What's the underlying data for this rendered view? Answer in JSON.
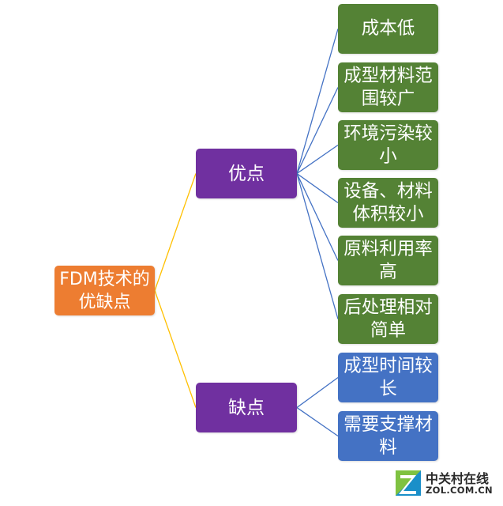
{
  "colors": {
    "root": "#ED7D31",
    "branch": "#7030A0",
    "pro": "#548235",
    "con": "#4472C4",
    "root_line": "#FFC000",
    "leaf_line": "#4472C4"
  },
  "root": {
    "label": "FDM技术的优缺点"
  },
  "advantages": {
    "label": "优点",
    "items": [
      "成本低",
      "成型材料范围较广",
      "环境污染较小",
      "设备、材料体积较小",
      "原料利用率高",
      "后处理相对简单"
    ]
  },
  "disadvantages": {
    "label": "缺点",
    "items": [
      "成型时间较长",
      "需要支撑材料"
    ]
  },
  "watermark": {
    "cn": "中关村在线",
    "en": "ZOL.COM.CN"
  }
}
